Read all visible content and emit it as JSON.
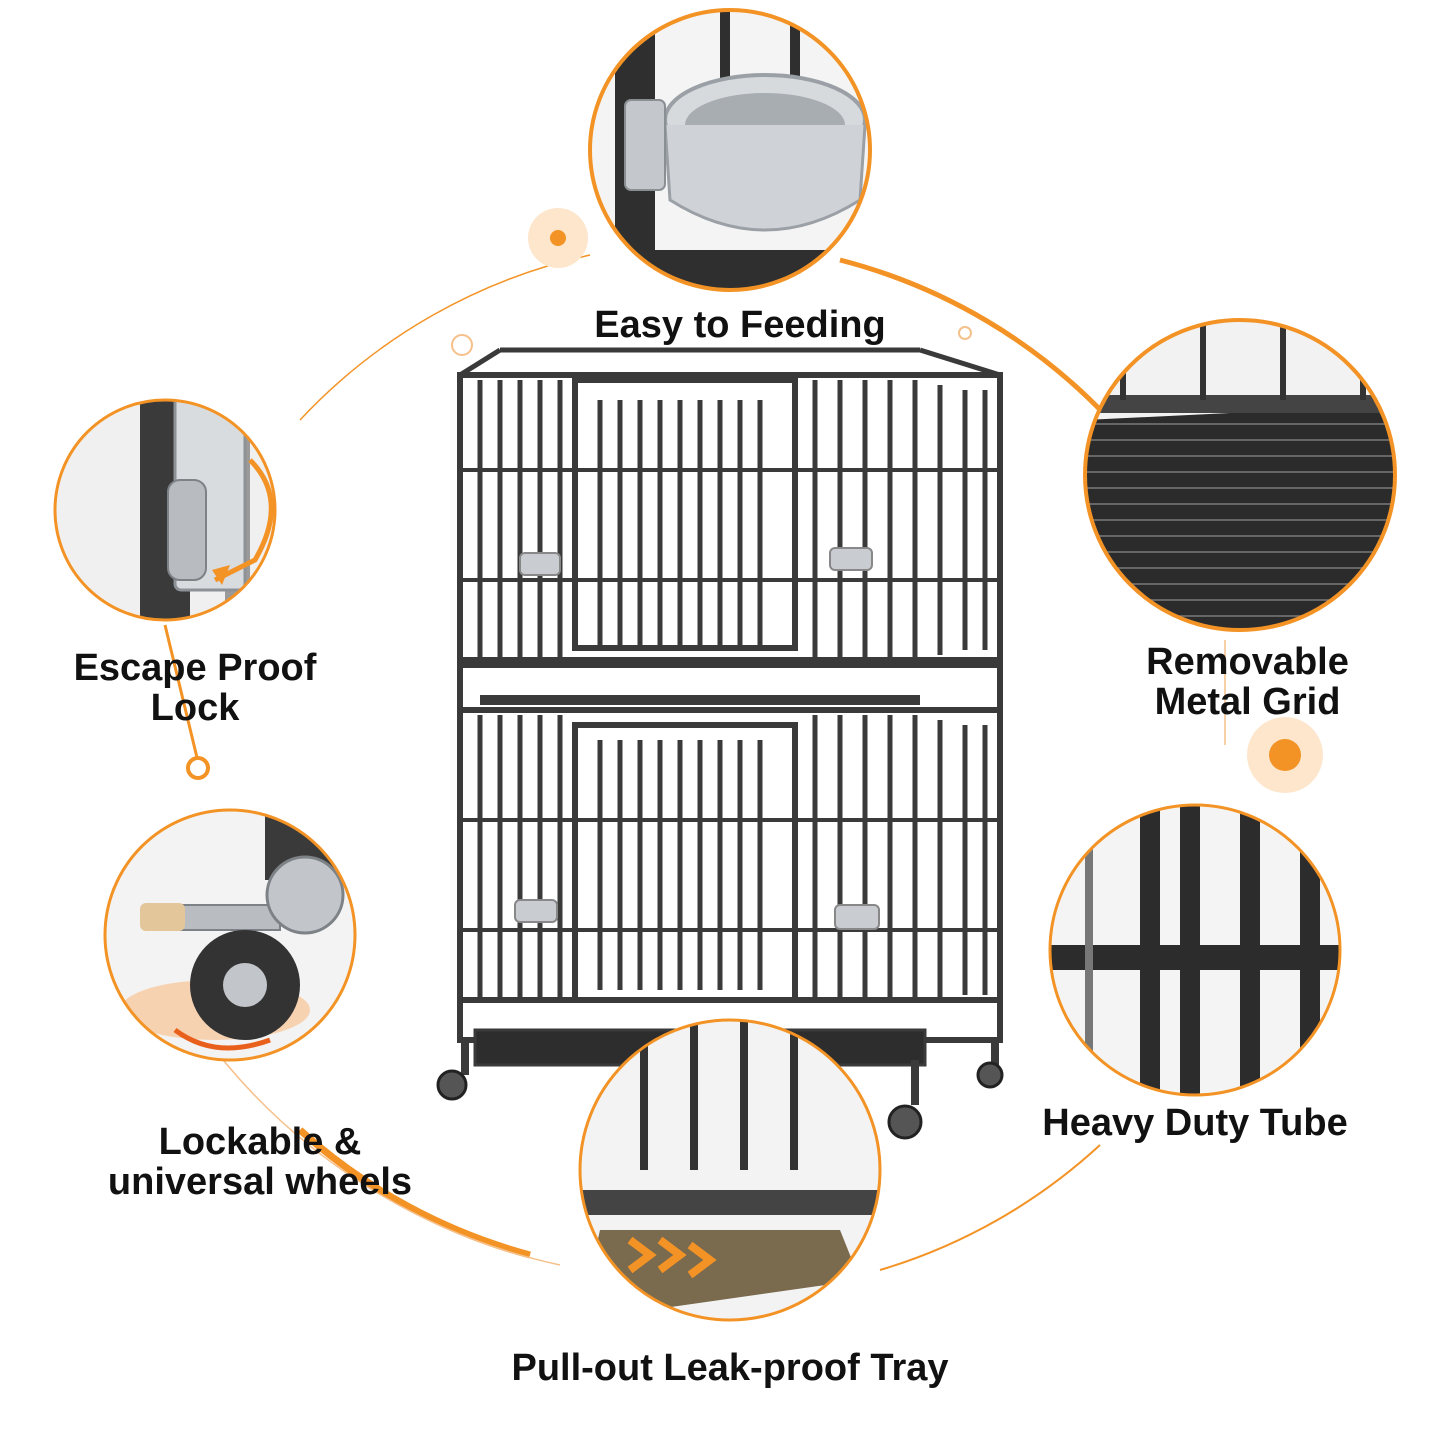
{
  "colors": {
    "accent": "#f39325",
    "cage": "#3a3a3a",
    "label": "#111111",
    "bowl": "#c9cdd1",
    "tray": "#7a6a4e"
  },
  "features": [
    {
      "id": "feeding",
      "label": "Easy to Feeding"
    },
    {
      "id": "lock",
      "label_line1": "Escape Proof",
      "label_line2": "Lock"
    },
    {
      "id": "grid",
      "label_line1": "Removable",
      "label_line2": "Metal Grid"
    },
    {
      "id": "wheels",
      "label_line1": "Lockable &",
      "label_line2": "universal wheels"
    },
    {
      "id": "tube",
      "label": "Heavy Duty Tube"
    },
    {
      "id": "tray",
      "label": "Pull-out Leak-proof Tray"
    }
  ]
}
